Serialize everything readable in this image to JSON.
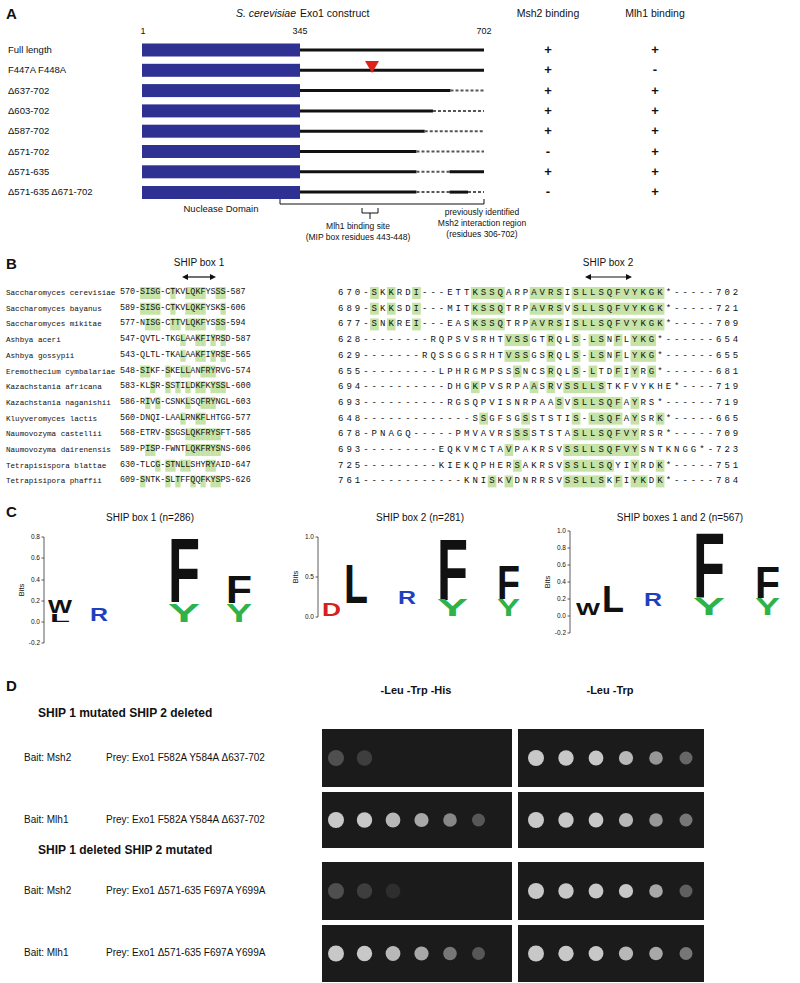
{
  "diagram": {
    "nodes": [
      {
        "text": [
          "Nuclease Domain"
        ]
      }
    ],
    "labels": [
      "A",
      "S. cerevisiae",
      "Exo1 construct",
      "Msh2 binding",
      "Mlh1 binding",
      "1",
      "345",
      "702",
      "Full length",
      "F447A F448A",
      "Δ637-702",
      "Δ603-702",
      "Δ587-702",
      "Δ571-702",
      "Δ571-635",
      "Δ571-635 Δ671-702",
      "+",
      "+",
      "+",
      "-",
      "+",
      "+",
      "+",
      "+",
      "+",
      "+",
      "-",
      "+",
      "+",
      "+",
      "-",
      "+",
      "Mlh1 binding site",
      "(MIP box residues 443-448)",
      "previously identified",
      "Msh2 interaction region",
      "(residues 306-702)",
      "B",
      "SHIP box 1",
      "SHIP box 2",
      "Saccharomyces cerevisiae",
      "Saccharomyces bayanus",
      "Saccharomyces mikitae",
      "Ashbya aceri",
      "Ashbya gossypii",
      "Eremothecium cymbalariae",
      "Kazachstania africana",
      "Kazachstania naganishii",
      "Kluyveromyces lactis",
      "Naumovozyma castellii",
      "Naumovozyma dairenensis",
      "Tetrapisispora blattae",
      "Tetrapisipora phaffii",
      "570-SISG-CTKVLQKFYSSS-587",
      "589-SISG-CTKVLQKFYSKS-606",
      "577-NISG-CTTVLQKFYSSS-594",
      "547-QVTL-TKGLAAKFIYRSD-587",
      "543-QLTL-TKALAAKFIYRSE-565",
      "548-SIKF-SKELLANFRYRVG-574",
      "583-KLSR-SSTILDKFKYSSL-600",
      "586-RIVG-CSNKLSQFRYNGL-603",
      "560-DNQI-LAALRNKFLHTGG-577",
      "568-ETRV-SSGSLQKFRYSFT-585",
      "589-PISP-FWNTLQKFRYSNS-606",
      "630-TLCG-STNLLSHYRYAID-647",
      "609-SNTK-SLTFFQQFKYSPS-626",
      "670-SKKRDI---ETTKSSQARPAVRSISLLSQFVYKGK*-----702",
      "689-SKKSDI---MITKSSQTRPAVRSVSLLSQFVYKGK*-----721",
      "677-SNKREI---EASKSSQTRPAVRSISLLSQFVYKGK*-----709",
      "628--------RQPSVSRHTVSSGTRQLS-LSNFLYKG*------654",
      "629-------RQSSGGSRHTVSSGSRQLS-LSNFLYKG*------655",
      "655---------LPHRGMPSSSNCSRQLS-LTDFIYRG*------681",
      "694----------DHGKPVSRPAASRVSSLLSTKFVYKHE*----719",
      "693----------RGSQPVISNRPAASVSLLSQFAYRS*------719",
      "648-------------SSGFSGSSTSTIS-LSQFAYSRK*-----665",
      "678-PNAGQ-----PMVAVRSSSSTSTASLLSQFVYRSR*-----709",
      "693---------EQKVMCTAVPAKRSVSSLLSQFVYSNTKNGG*-723",
      "725---------KIEKQPHERSAKRSVSSLLSQYIYRDK*-----751",
      "761------------KNISKVDNRRSVSSLLSKFIYKDK*-----784",
      "C",
      "SHIP box 1 (n=286)",
      "SHIP box 2 (n=281)",
      "SHIP boxes 1 and 2 (n=567)",
      "Bits",
      "0.8",
      "0.6",
      "0.4",
      "0.2",
      "0.0",
      "-0.2",
      "Bits",
      "1.0",
      "0.5",
      "0.0",
      "Bits",
      "1.0",
      "0.8",
      "0.6",
      "0.4",
      "0.2",
      "0.0",
      "-0.2",
      "W",
      "L",
      "R",
      "F",
      "Y",
      "F",
      "Y",
      "D",
      "L",
      "R",
      "F",
      "Y",
      "F",
      "Y",
      "W",
      "L",
      "R",
      "F",
      "Y",
      "F",
      "Y",
      "D",
      "-Leu -Trp -His",
      "-Leu -Trp",
      "SHIP 1 mutated SHIP 2 deleted",
      "Bait: Msh2",
      "Prey: Exo1 F582A Y584A Δ637-702",
      "Bait: Mlh1",
      "Prey: Exo1 F582A Y584A Δ637-702",
      "SHIP 1 deleted SHIP 2 mutated",
      "Bait: Msh2",
      "Prey: Exo1 Δ571-635 F697A Y699A",
      "Bait: Mlh1",
      "Prey: Exo1 Δ571-635 F697A Y699A"
    ]
  }
}
